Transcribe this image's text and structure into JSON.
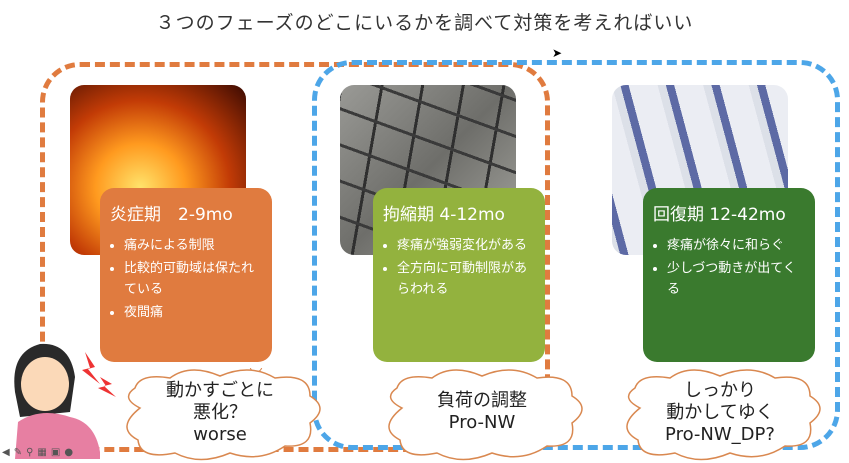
{
  "slide": {
    "title": "３つのフェーズのどこにいるかを調べて対策を考えればいい",
    "phases": [
      {
        "title": "炎症期　2-9mo",
        "bullets": [
          "痛みによる制限",
          "比較的可動域は保たれている",
          "夜間痛"
        ],
        "cloud": [
          "動かすごとに",
          "悪化？",
          "worse"
        ],
        "color": "#E07B3F"
      },
      {
        "title": "拘縮期 4-12mo",
        "bullets": [
          "疼痛が強弱変化がある",
          "全方向に可動制限があらわれる"
        ],
        "cloud": [
          "負荷の調整",
          "Pro-NW"
        ],
        "color": "#93B23E"
      },
      {
        "title": "回復期 12-42mo",
        "bullets": [
          "疼痛が徐々に和らぐ",
          "少しづつ動きが出てくる"
        ],
        "cloud": [
          "しっかり",
          "動かしてゆく",
          "Pro-NW_DP?"
        ],
        "color": "#3A7A2E"
      }
    ]
  },
  "toolbar": {
    "icons": [
      "back-icon",
      "pen-icon",
      "search-icon",
      "slides-icon",
      "subtitle-icon",
      "more-icon"
    ]
  }
}
